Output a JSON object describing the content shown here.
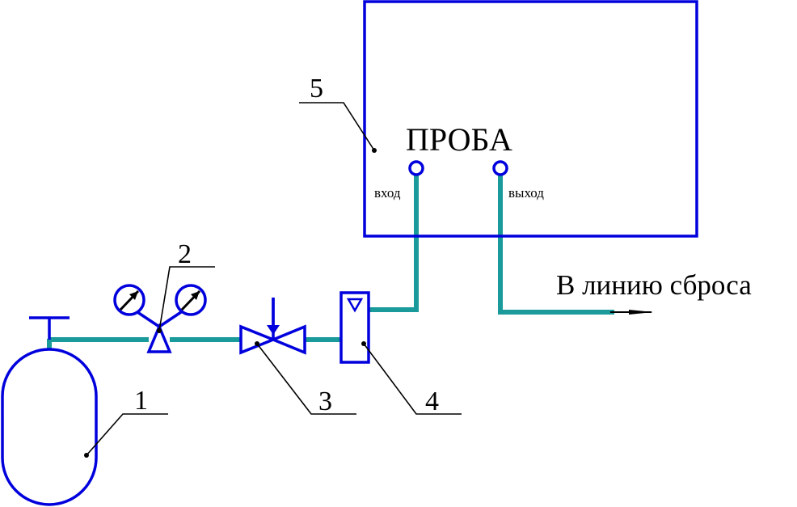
{
  "labels": {
    "one": "1",
    "two": "2",
    "three": "3",
    "four": "4",
    "five": "5"
  },
  "sample_box": {
    "title": "ПРОБА",
    "inlet": "вход",
    "outlet": "выход"
  },
  "discharge": "В линию сброса",
  "colors": {
    "equipment": "#0000dd",
    "pipeline": "#1a9a9a",
    "leader": "#000000"
  }
}
